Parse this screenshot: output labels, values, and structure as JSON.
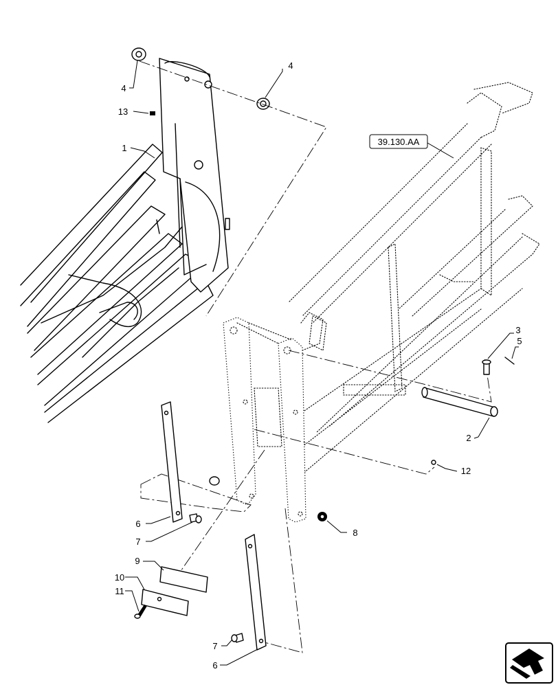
{
  "diagram": {
    "reference_label": "39.130.AA",
    "callouts": [
      {
        "id": "c4a",
        "text": "4"
      },
      {
        "id": "c13",
        "text": "13"
      },
      {
        "id": "c1",
        "text": "1"
      },
      {
        "id": "c4b",
        "text": "4"
      },
      {
        "id": "c3",
        "text": "3"
      },
      {
        "id": "c5",
        "text": "5"
      },
      {
        "id": "c2",
        "text": "2"
      },
      {
        "id": "c12",
        "text": "12"
      },
      {
        "id": "c6a",
        "text": "6"
      },
      {
        "id": "c7a",
        "text": "7"
      },
      {
        "id": "c8",
        "text": "8"
      },
      {
        "id": "c9",
        "text": "9"
      },
      {
        "id": "c10",
        "text": "10"
      },
      {
        "id": "c11",
        "text": "11"
      },
      {
        "id": "c7b",
        "text": "7"
      },
      {
        "id": "c6b",
        "text": "6"
      }
    ],
    "nav_icon": "next-page-arrow-icon"
  }
}
